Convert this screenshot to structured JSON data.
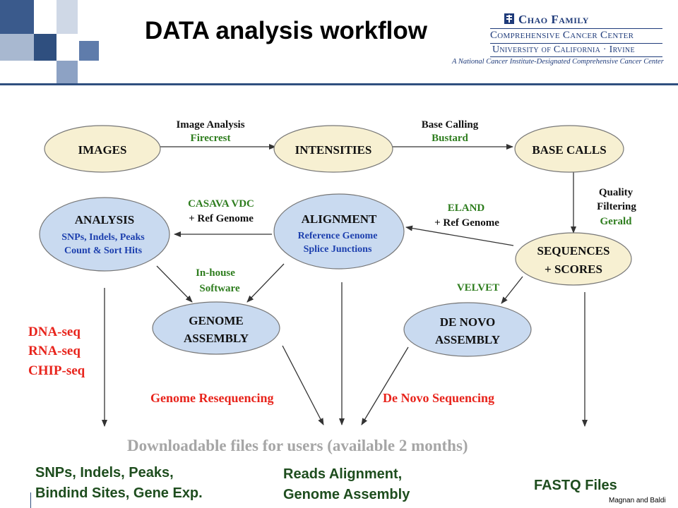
{
  "header": {
    "title": "DATA analysis workflow",
    "logo": {
      "line1": "Chao Family",
      "line2": "Comprehensive Cancer Center",
      "line3": "University of California · Irvine",
      "line4": "A National Cancer Institute-Designated Comprehensive Cancer Center"
    }
  },
  "nodes": {
    "images": [
      "IMAGES"
    ],
    "intensities": [
      "INTENSITIES"
    ],
    "base_calls": [
      "BASE CALLS"
    ],
    "analysis": [
      "ANALYSIS",
      "SNPs, Indels, Peaks",
      "Count & Sort Hits"
    ],
    "alignment": [
      "ALIGNMENT",
      "Reference Genome",
      "Splice Junctions"
    ],
    "sequences": [
      "SEQUENCES",
      "+ SCORES"
    ],
    "genome_assembly": [
      "GENOME",
      "ASSEMBLY"
    ],
    "de_novo_assembly": [
      "DE NOVO",
      "ASSEMBLY"
    ]
  },
  "edge_labels": {
    "image_analysis": [
      "Image Analysis",
      "Firecrest"
    ],
    "base_calling": [
      "Base Calling",
      "Bustard"
    ],
    "quality": [
      "Quality",
      "Filtering",
      "Gerald"
    ],
    "eland": [
      "ELAND",
      "+ Ref Genome"
    ],
    "casava": [
      "CASAVA VDC",
      "+ Ref Genome"
    ],
    "inhouse": [
      "In-house",
      "Software"
    ],
    "velvet": [
      "VELVET"
    ]
  },
  "red_labels": {
    "seq_types": [
      "DNA-seq",
      "RNA-seq",
      "CHIP-seq"
    ],
    "resequencing": "Genome Resequencing",
    "denovo": "De Novo Sequencing"
  },
  "downloads": {
    "heading": "Downloadable files for  users (available 2 months)",
    "col1": [
      "SNPs, Indels, Peaks,",
      "Bindind Sites, Gene Exp."
    ],
    "col2": [
      "Reads Alignment,",
      "Genome Assembly"
    ],
    "col3": [
      "FASTQ Files"
    ]
  },
  "credit": "Magnan and Baldi",
  "colors": {
    "yellow_node": "#f7f0d2",
    "blue_node": "#c9daf0",
    "green_label": "#2e7d1e",
    "red_label": "#e8241c",
    "header_blue": "#2f4f7f"
  }
}
